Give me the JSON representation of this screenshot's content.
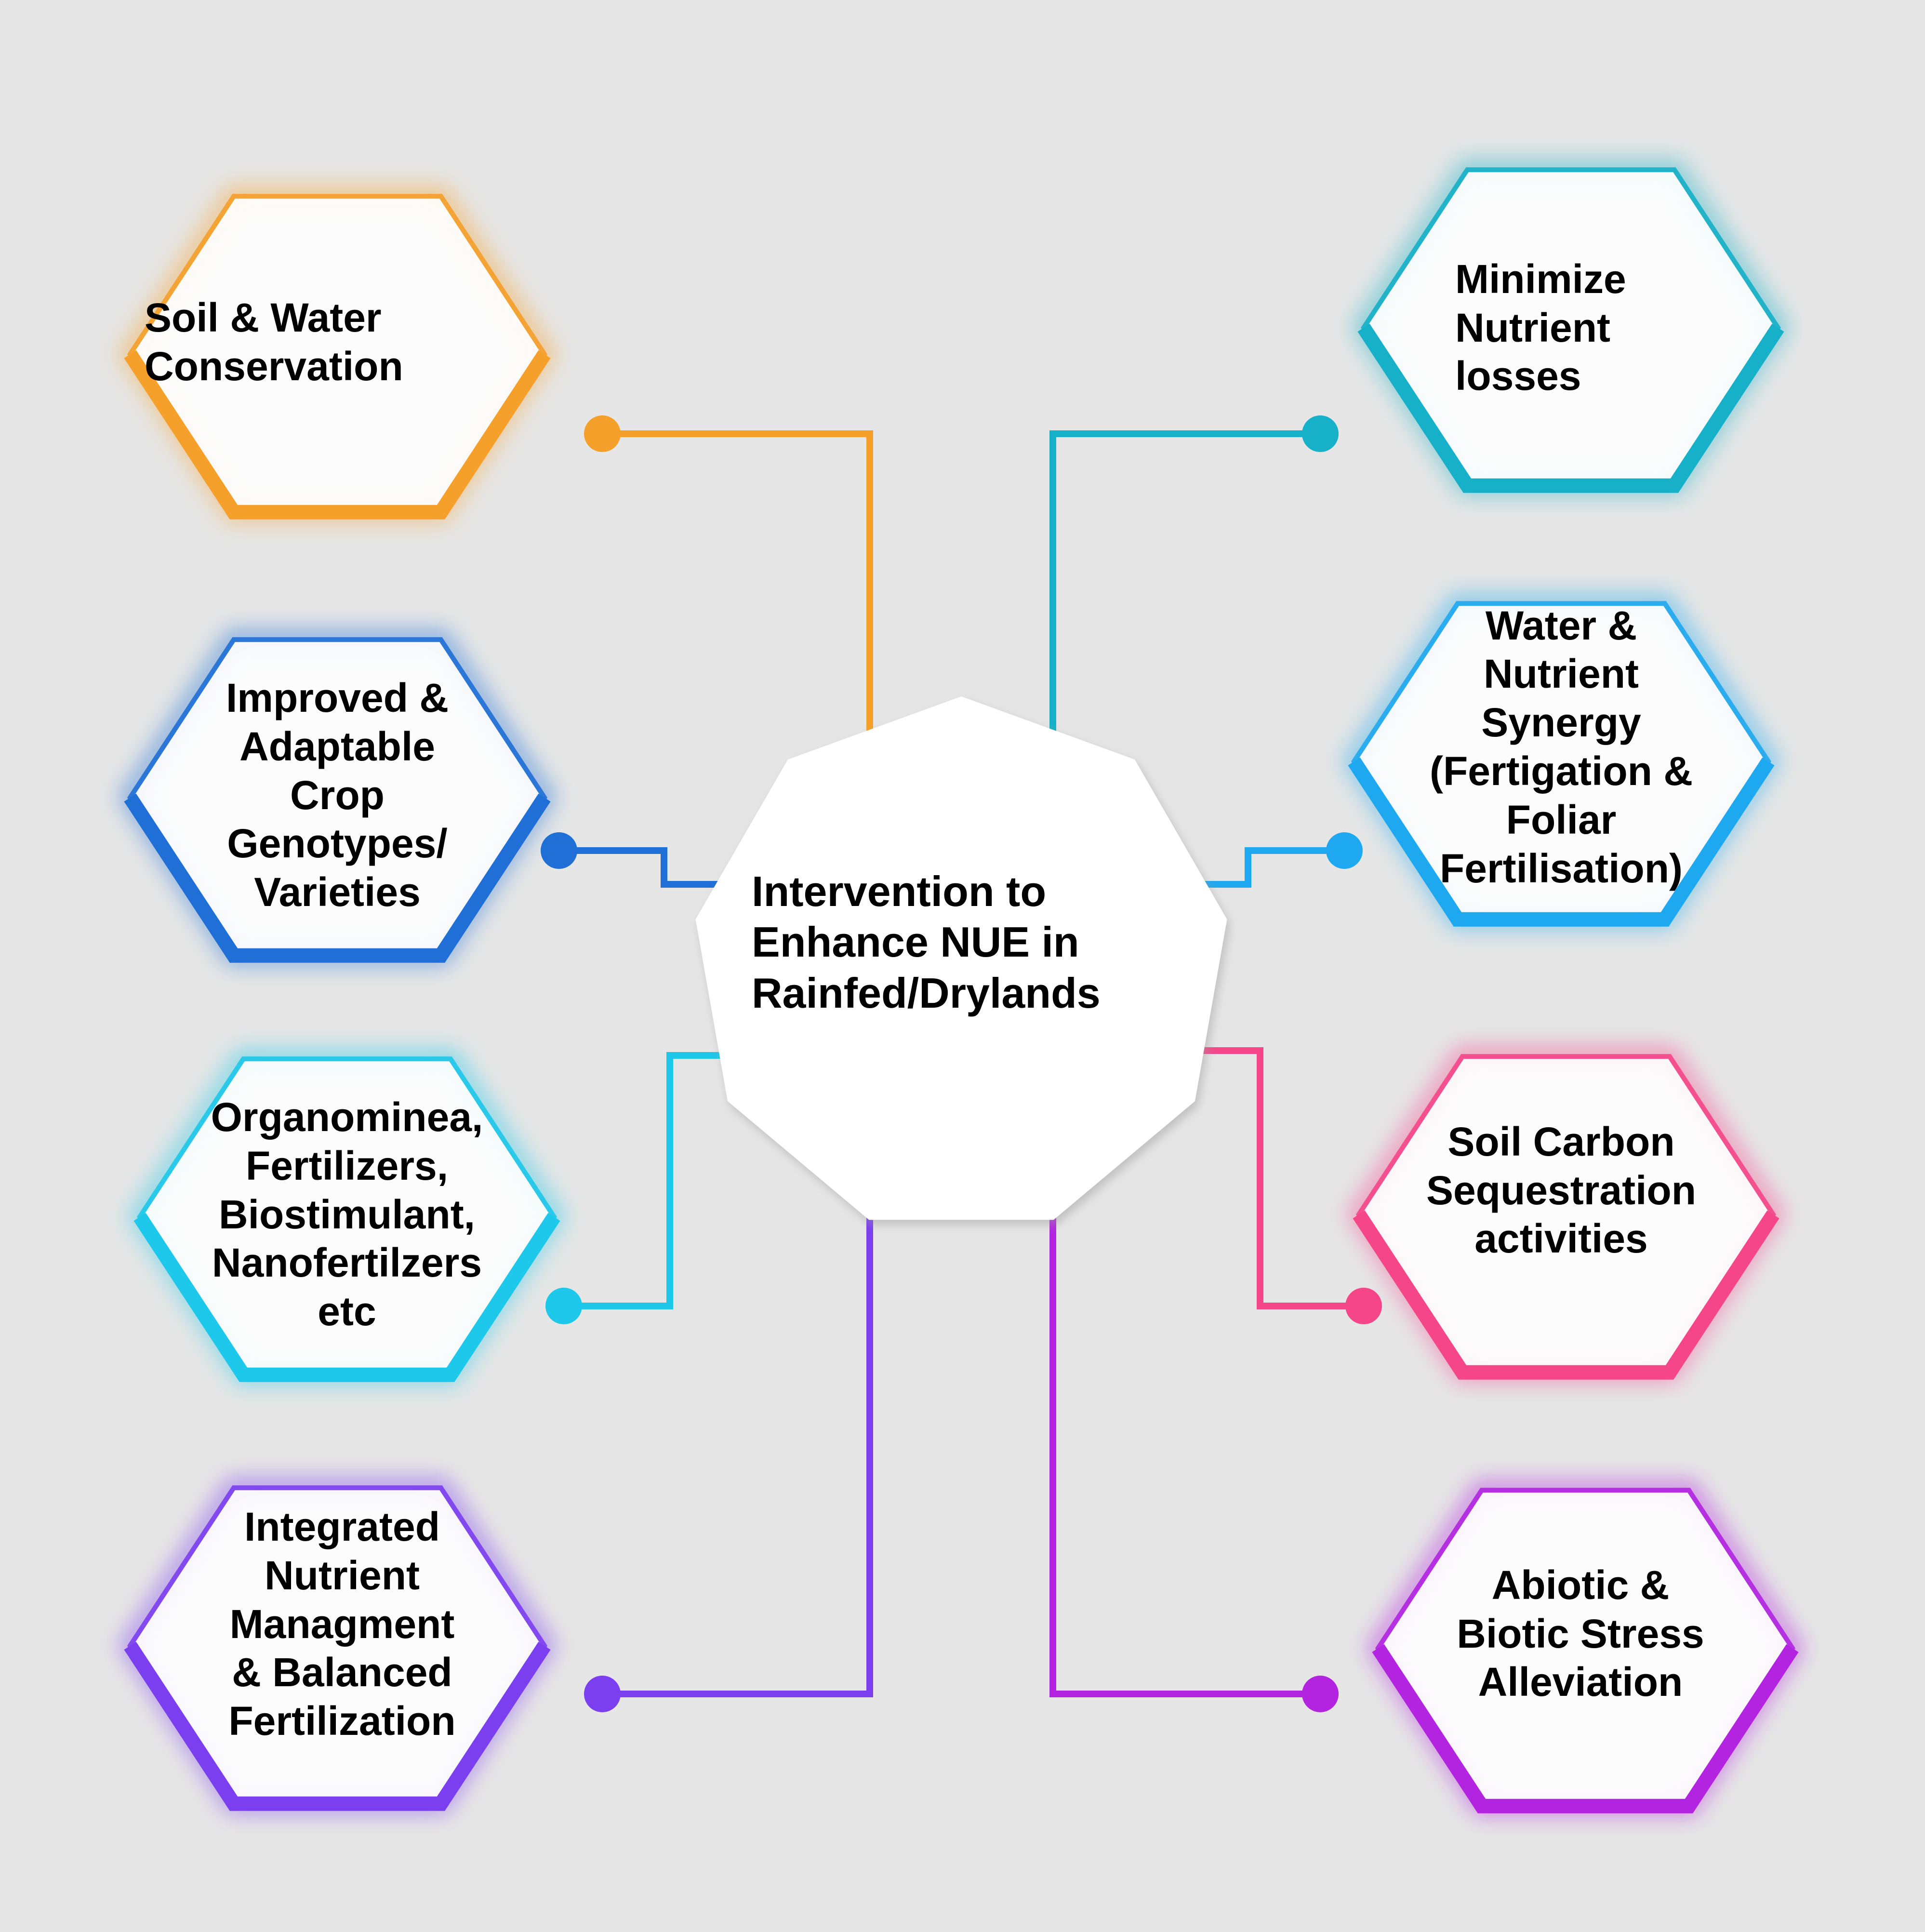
{
  "center": {
    "label": "Intervention to\nEnhance NUE in\nRainfed/Drylands"
  },
  "nodes": [
    {
      "id": "soil-water",
      "label": "Soil & Water\nConservation",
      "color": "#f5a02a"
    },
    {
      "id": "crop-genotypes",
      "label": "Improved &\nAdaptable\nCrop\nGenotypes/\nVarieties",
      "color": "#1f6fd6"
    },
    {
      "id": "organominea",
      "label": "Organominea,\nFertilizers,\nBiostimulant,\nNanofertilzers\netc",
      "color": "#1ec8ea"
    },
    {
      "id": "integrated-nutrient",
      "label": "Integrated\nNutrient\nManagment\n& Balanced\nFertilization",
      "color": "#7b3ff0"
    },
    {
      "id": "minimize-losses",
      "label": "Minimize\nNutrient\nlosses",
      "color": "#16b0c8"
    },
    {
      "id": "water-nutrient",
      "label": "Water &\nNutrient\nSynergy\n(Fertigation &\nFoliar\nFertilisation)",
      "color": "#1ea8f0"
    },
    {
      "id": "soil-carbon",
      "label": "Soil Carbon\nSequestration\nactivities",
      "color": "#f5468a"
    },
    {
      "id": "stress-alleviation",
      "label": "Abiotic &\nBiotic Stress\nAlleviation",
      "color": "#b224e0"
    }
  ]
}
